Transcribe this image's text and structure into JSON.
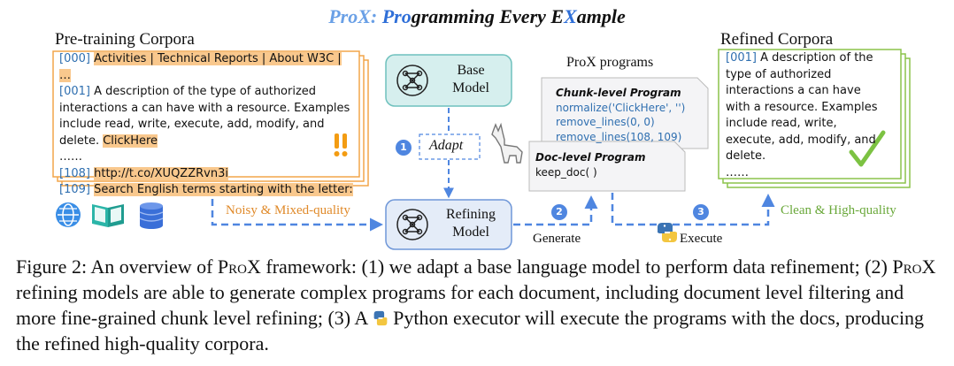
{
  "figure": {
    "title_part1": "ProX: ",
    "title_part2": "Pro",
    "title_part3": "gramming Every E",
    "title_part4": "X",
    "title_part5": "ample",
    "pretraining_label": "Pre-training Corpora",
    "refined_label": "Refined Corpora",
    "programs_label": "ProX programs",
    "input_doc": {
      "line0_idx": "[000]",
      "line0_text": "Activities | Technical Reports | About W3C | …",
      "line1_idx": "[001]",
      "line1_text_a": "A description of the type of authorized",
      "line1_text_b": "interactions a can have with a resource. Examples",
      "line1_text_c": "include read, write, execute, add, modify, and",
      "line1_text_d": "delete.",
      "line1_highlight": "ClickHere",
      "ellipsis": "……",
      "line108_idx": "[108]",
      "line108_text": "http://t.co/XUQZZRvn3i",
      "line109_idx": "[109]",
      "line109_text": "Search English terms starting with the letter:",
      "alert": "!!"
    },
    "output_doc": {
      "idx": "[001]",
      "line_a": "A description of the",
      "line_b": "type of authorized",
      "line_c": "interactions a can have",
      "line_d": "with a resource. Examples",
      "line_e": "include read, write,",
      "line_f": "execute, add, modify, and",
      "line_g": "delete.",
      "ellipsis": "……"
    },
    "base_model": {
      "line1": "Base",
      "line2": "Model"
    },
    "refining_model": {
      "line1": "Refining",
      "line2": "Model"
    },
    "adapt_label": "Adapt",
    "noisy_label": "Noisy & Mixed-quality",
    "clean_label": "Clean & High-quality",
    "generate_label": "Generate",
    "execute_label": "Execute",
    "steps": [
      "1",
      "2",
      "3"
    ],
    "chunk_program": {
      "heading": "Chunk-level Program",
      "line1": "normalize('ClickHere', '')",
      "line2": "remove_lines(0, 0)",
      "line3": "remove_lines(108, 109)"
    },
    "doc_program": {
      "heading": "Doc-level Program",
      "line1": "keep_doc( )"
    },
    "colors": {
      "orange": "#f2a54a",
      "green": "#8bc34a",
      "blue": "#4f86e0",
      "teal_fill": "#d6efee",
      "teal_border": "#6fc1bd",
      "blue_fill": "#e4ecf8",
      "blue_border": "#6f97d8"
    },
    "icons": [
      "globe-icon",
      "book-icon",
      "database-icon",
      "llama-icon",
      "python-icon",
      "checkmark-icon",
      "neural-network-icon"
    ]
  },
  "caption": {
    "figure_label": "Figure 2:",
    "text1": " An overview of ",
    "prox1": "ProX",
    "text2": " framework: (1) we adapt a base language model to perform data refinement; (2) ",
    "prox2": "ProX",
    "text3": " refining models are able to generate complex programs for each document, including document level filtering and more fine-grained chunk level refining; (3) A ",
    "text4": " Python executor will execute the programs with the docs, producing the refined high-quality corpora."
  }
}
